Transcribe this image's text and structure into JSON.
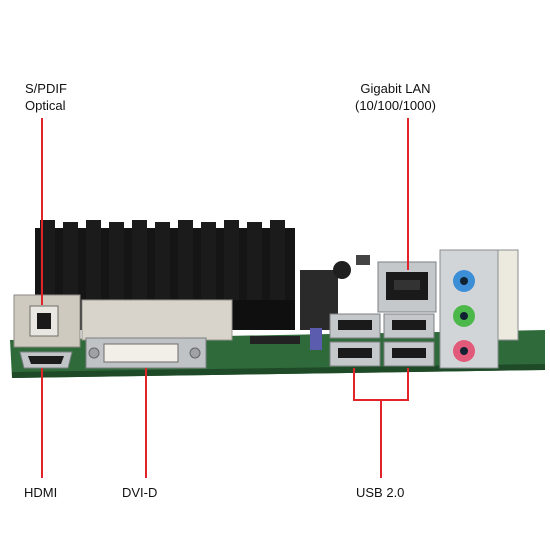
{
  "labels": {
    "spdif": {
      "line1": "S/PDIF",
      "line2": "Optical"
    },
    "lan": {
      "line1": "Gigabit LAN",
      "line2": "(10/100/1000)"
    },
    "hdmi": "HDMI",
    "dvi": "DVI-D",
    "usb": "USB 2.0"
  },
  "colors": {
    "callout_line": "#e0242a",
    "pcb": "#2f6a3a",
    "heatsink": "#151515",
    "port_metal": "#bfc3c6",
    "audio_blue": "#3c8fd6",
    "audio_green": "#4cb84a",
    "audio_pink": "#e25a7a"
  },
  "icons": [
    "motherboard-image",
    "heatsink-icon",
    "hdmi-port-icon",
    "dvi-port-icon",
    "usb-port-icon",
    "lan-port-icon",
    "audio-jack-icon",
    "optical-port-icon"
  ]
}
